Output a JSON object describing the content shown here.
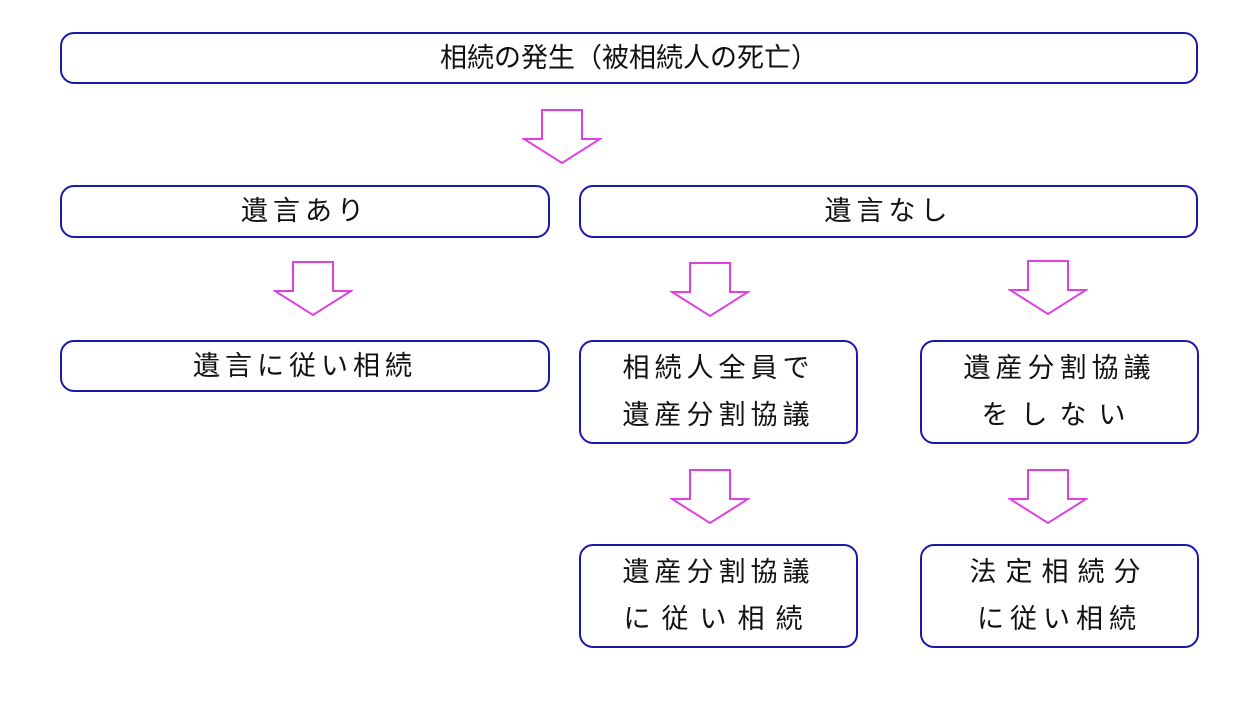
{
  "nodes": {
    "start": [
      "相続の発生（被相続人の死亡）"
    ],
    "will_yes": [
      "遺言あり"
    ],
    "will_no": [
      "遺言なし"
    ],
    "follow_will": [
      "遺言に従い相続"
    ],
    "all_heirs_agree": [
      "相続人全員で",
      "遺産分割協議"
    ],
    "no_agreement": [
      "遺産分割協議",
      "をしない"
    ],
    "follow_agreement": [
      "遺産分割協議",
      "に従い相続"
    ],
    "statutory_share": [
      "法定相続分",
      "に従い相続"
    ]
  },
  "colors": {
    "box_border": "#1a1aaa",
    "arrow": "#e040e0",
    "text": "#111111"
  }
}
